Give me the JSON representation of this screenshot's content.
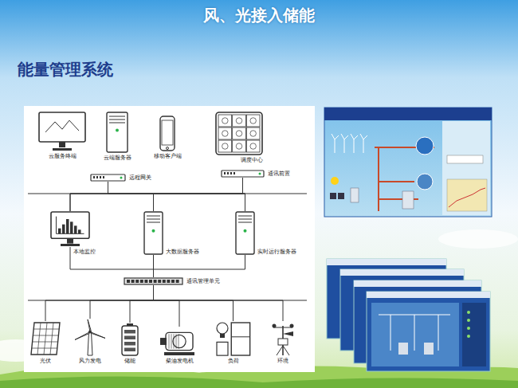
{
  "diagram": {
    "title": "风、光接入储能",
    "nodes": [
      {
        "text": [
          "云服务终端"
        ]
      },
      {
        "text": [
          "云端服务器"
        ]
      },
      {
        "text": [
          "移动客户端"
        ]
      },
      {
        "text": [
          "调度中心"
        ]
      },
      {
        "text": [
          "远程网关"
        ]
      },
      {
        "text": [
          "通讯前置"
        ]
      },
      {
        "text": [
          "本地监控"
        ]
      },
      {
        "text": [
          "大数据服务器"
        ]
      },
      {
        "text": [
          "实时运行服务器"
        ]
      },
      {
        "text": [
          "通讯管理单元"
        ]
      },
      {
        "text": [
          "光伏"
        ]
      },
      {
        "text": [
          "风力发电"
        ]
      },
      {
        "text": [
          "储能"
        ]
      },
      {
        "text": [
          "柴油发电机"
        ]
      },
      {
        "text": [
          "负荷"
        ]
      },
      {
        "text": [
          "环境"
        ]
      }
    ],
    "edges": [
      {
        "from": 4,
        "to": 6,
        "arrow": "none"
      },
      {
        "from": 4,
        "to": 7,
        "arrow": "none"
      },
      {
        "from": 4,
        "to": 8,
        "arrow": "none"
      },
      {
        "from": 5,
        "to": 6,
        "arrow": "none"
      },
      {
        "from": 5,
        "to": 7,
        "arrow": "none"
      },
      {
        "from": 5,
        "to": 8,
        "arrow": "none"
      },
      {
        "from": 6,
        "to": 9,
        "arrow": "none"
      },
      {
        "from": 7,
        "to": 9,
        "arrow": "none"
      },
      {
        "from": 8,
        "to": 9,
        "arrow": "none"
      },
      {
        "from": 9,
        "to": 10,
        "arrow": "none"
      },
      {
        "from": 9,
        "to": 11,
        "arrow": "none"
      },
      {
        "from": 9,
        "to": 12,
        "arrow": "none"
      },
      {
        "from": 9,
        "to": 13,
        "arrow": "none"
      },
      {
        "from": 9,
        "to": 14,
        "arrow": "none"
      },
      {
        "from": 9,
        "to": 15,
        "arrow": "none"
      }
    ],
    "labels": [
      "能量管理系统"
    ]
  }
}
